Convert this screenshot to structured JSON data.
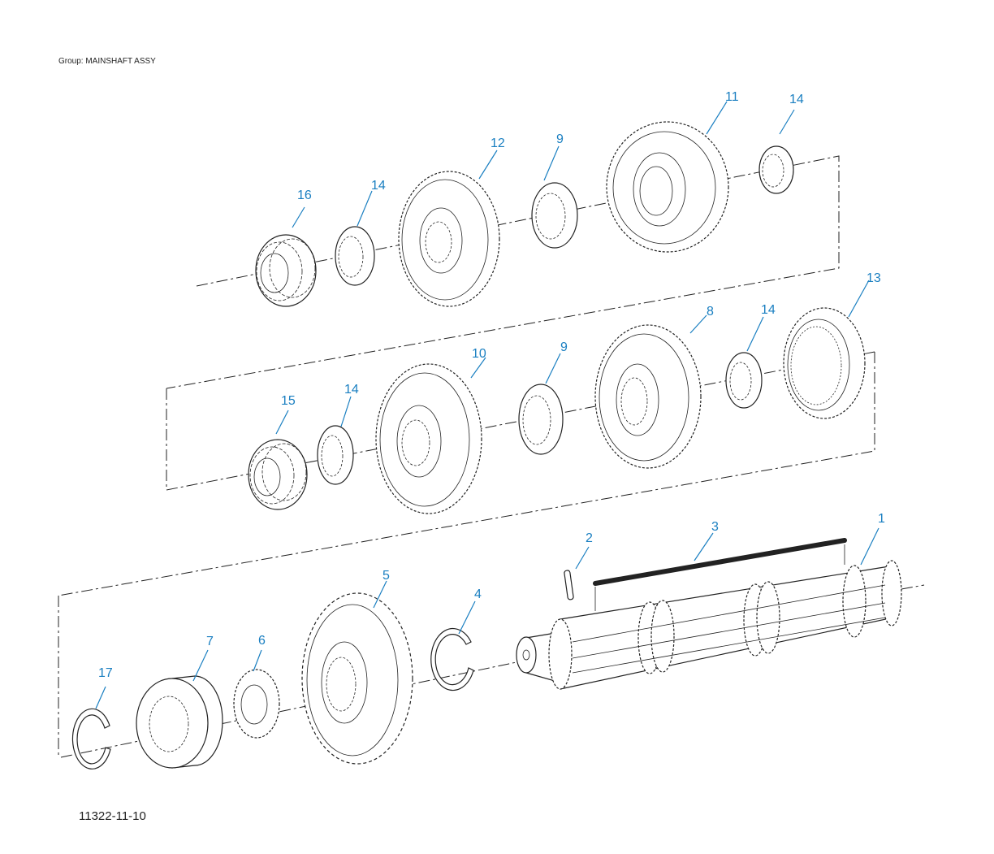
{
  "header": {
    "group_label": "Group: MAINSHAFT ASSY"
  },
  "footer": {
    "figure_id": "11322-11-10"
  },
  "callouts": {
    "c1": "1",
    "c2": "2",
    "c3": "3",
    "c4": "4",
    "c5": "5",
    "c6": "6",
    "c7": "7",
    "c8": "8",
    "c9a": "9",
    "c9b": "9",
    "c10": "10",
    "c11": "11",
    "c12": "12",
    "c13": "13",
    "c14a": "14",
    "c14b": "14",
    "c14c": "14",
    "c14d": "14",
    "c15": "15",
    "c16": "16",
    "c17": "17"
  },
  "colors": {
    "callout": "#1a7fc1",
    "line": "#222222"
  }
}
